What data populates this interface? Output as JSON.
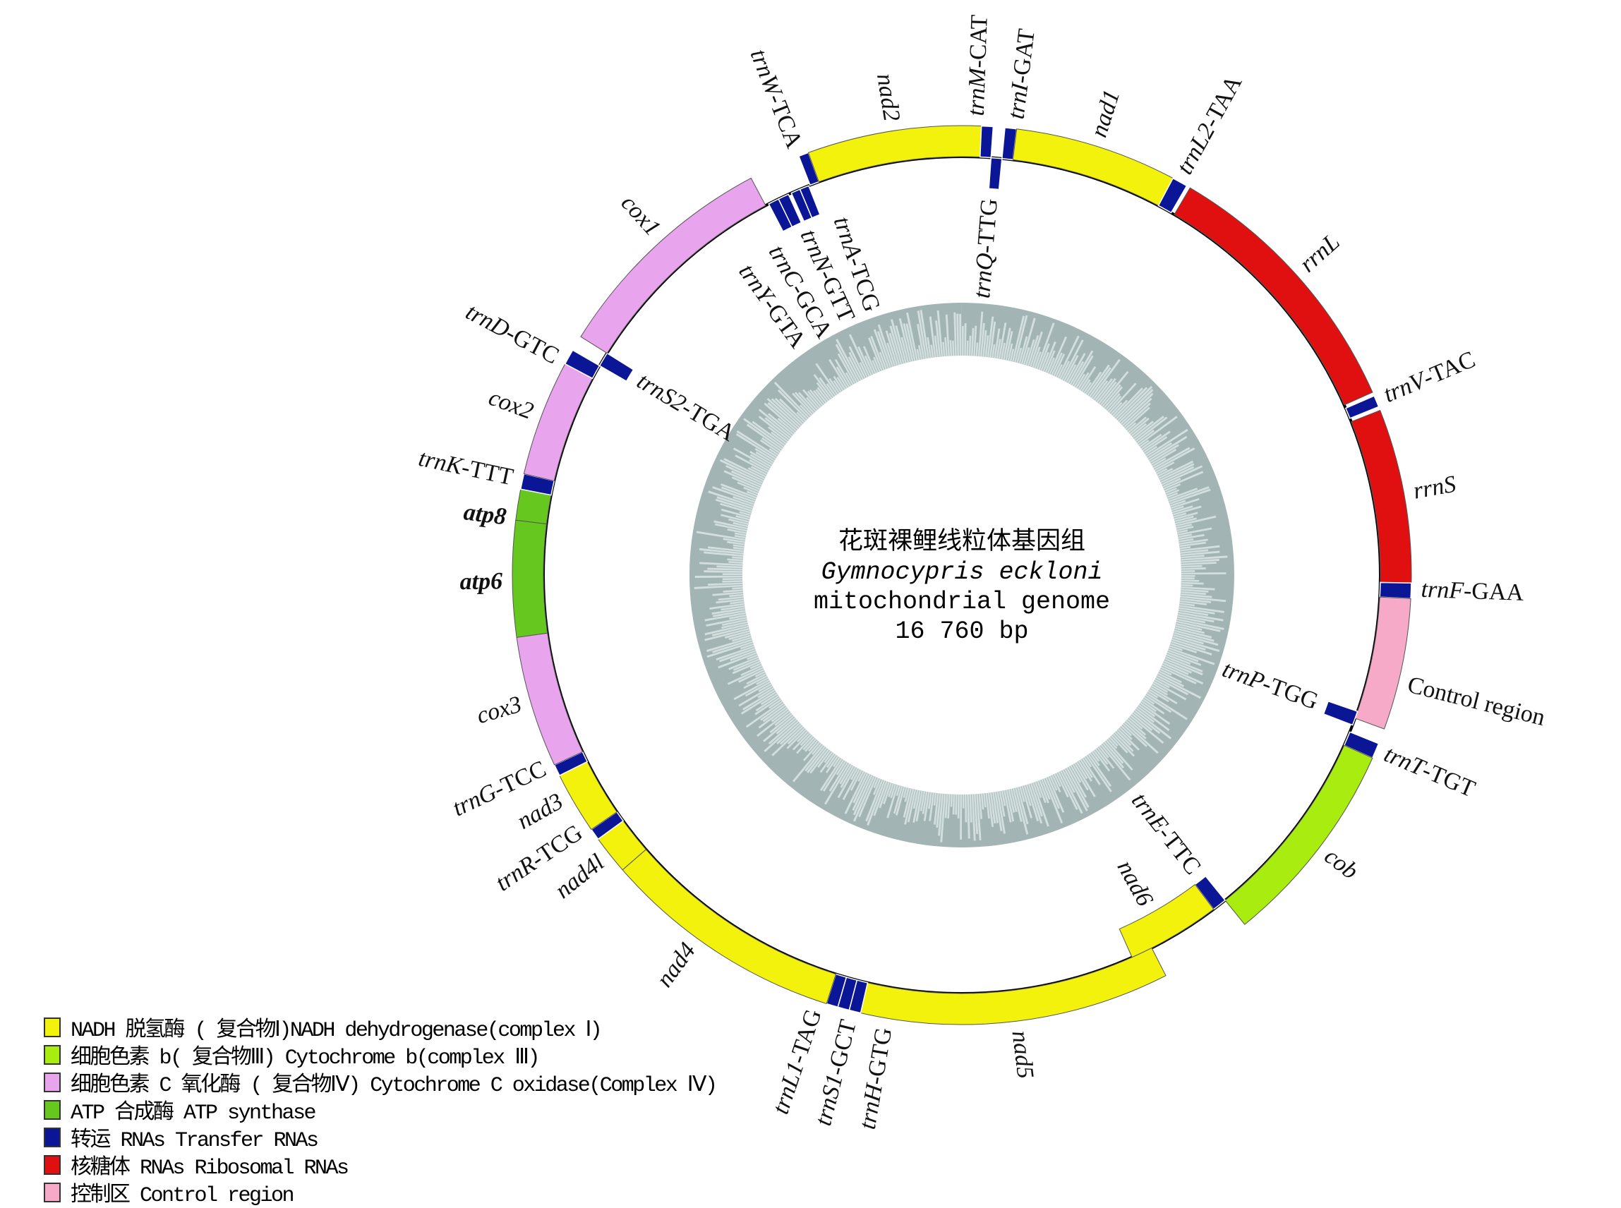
{
  "center": {
    "title_cn": "花斑裸鲤线粒体基因组",
    "species": "Gymnocypris eckloni",
    "subtitle": "mitochondrial genome",
    "length": "16 760 bp"
  },
  "genome_length_bp": 16760,
  "colors": {
    "nadh": "#f2f20c",
    "cytb": "#a8ec10",
    "cox": "#e8a4ec",
    "atp": "#66c81e",
    "trna": "#0a1696",
    "rrna": "#e01010",
    "control": "#f6aac8",
    "gc_dark": "#a3b4b4",
    "gc_light": "#d3dfdf"
  },
  "genes": [
    {
      "label": "trnW-TCA",
      "type": "trna",
      "strand": "outer",
      "start": 15770,
      "end": 15830
    },
    {
      "label": "nad2",
      "type": "nadh",
      "strand": "outer",
      "start": 15830,
      "end": 116
    },
    {
      "label": "trnM-CAT",
      "type": "trna",
      "strand": "outer",
      "start": 116,
      "end": 186
    },
    {
      "label": "trnQ-TTG",
      "type": "trna",
      "strand": "inner",
      "start": 186,
      "end": 256
    },
    {
      "label": "trnI-GAT",
      "type": "trna",
      "strand": "outer",
      "start": 256,
      "end": 326
    },
    {
      "label": "nad1",
      "type": "nadh",
      "strand": "outer",
      "start": 326,
      "end": 1304
    },
    {
      "label": "trnL2-TAA",
      "type": "trna",
      "strand": "outer",
      "start": 1304,
      "end": 1397
    },
    {
      "label": "rrnL",
      "type": "rrna",
      "strand": "outer",
      "start": 1420,
      "end": 3073
    },
    {
      "label": "trnV-TAC",
      "type": "trna",
      "strand": "outer",
      "start": 3096,
      "end": 3166
    },
    {
      "label": "rrnS",
      "type": "rrna",
      "strand": "outer",
      "start": 3189,
      "end": 4237
    },
    {
      "label": "trnF-GAA",
      "type": "trna",
      "strand": "outer",
      "start": 4237,
      "end": 4330
    },
    {
      "label": "Control region",
      "type": "control",
      "strand": "outer",
      "start": 4330,
      "end": 5122
    },
    {
      "label": "trnP-TGG",
      "type": "trna",
      "strand": "inner",
      "start": 5075,
      "end": 5168
    },
    {
      "label": "trnT-TGT",
      "type": "trna",
      "strand": "outer",
      "start": 5215,
      "end": 5308
    },
    {
      "label": "cob",
      "type": "cytb",
      "strand": "outer",
      "start": 5308,
      "end": 6565
    },
    {
      "label": "trnE-TTC",
      "type": "trna",
      "strand": "inner",
      "start": 6565,
      "end": 6658
    },
    {
      "label": "nad6",
      "type": "nadh",
      "strand": "inner",
      "start": 6658,
      "end": 7263
    },
    {
      "label": "nad5",
      "type": "nadh",
      "strand": "outer",
      "start": 7124,
      "end": 8986
    },
    {
      "label": "trnH-GTG",
      "type": "trna",
      "strand": "outer",
      "start": 8986,
      "end": 9056
    },
    {
      "label": "trnS1-GCT",
      "type": "trna",
      "strand": "outer",
      "start": 9056,
      "end": 9126
    },
    {
      "label": "trnL1-TAG",
      "type": "trna",
      "strand": "outer",
      "start": 9126,
      "end": 9196
    },
    {
      "label": "nad4",
      "type": "nadh",
      "strand": "outer",
      "start": 9196,
      "end": 10662
    },
    {
      "label": "nad4l",
      "type": "nadh",
      "strand": "outer",
      "start": 10662,
      "end": 10895
    },
    {
      "label": "trnR-TCG",
      "type": "trna",
      "strand": "outer",
      "start": 10895,
      "end": 10965
    },
    {
      "label": "nad3",
      "type": "nadh",
      "strand": "outer",
      "start": 10965,
      "end": 11337
    },
    {
      "label": "trnG-TCC",
      "type": "trna",
      "strand": "outer",
      "start": 11337,
      "end": 11407
    },
    {
      "label": "cox3",
      "type": "cox",
      "strand": "outer",
      "start": 11407,
      "end": 12199
    },
    {
      "label": "atp6",
      "type": "atp",
      "strand": "outer",
      "start": 12199,
      "end": 12897
    },
    {
      "label": "atp8",
      "type": "atp",
      "strand": "outer",
      "start": 12897,
      "end": 13083
    },
    {
      "label": "trnK-TTT",
      "type": "trna",
      "strand": "outer",
      "start": 13083,
      "end": 13176
    },
    {
      "label": "cox2",
      "type": "cox",
      "strand": "outer",
      "start": 13176,
      "end": 13875
    },
    {
      "label": "trnD-GTC",
      "type": "trna",
      "strand": "outer",
      "start": 13875,
      "end": 13968
    },
    {
      "label": "trnS2-TGA",
      "type": "trna",
      "strand": "inner",
      "start": 13968,
      "end": 14061
    },
    {
      "label": "cox1",
      "type": "cox",
      "strand": "outer",
      "start": 14061,
      "end": 15458
    },
    {
      "label": "trnY-GTA",
      "type": "trna",
      "strand": "inner",
      "start": 15480,
      "end": 15550
    },
    {
      "label": "trnC-GCA",
      "type": "trna",
      "strand": "inner",
      "start": 15550,
      "end": 15620
    },
    {
      "label": "trnN-GTT",
      "type": "trna",
      "strand": "inner",
      "start": 15640,
      "end": 15700
    },
    {
      "label": "trnA-TCG",
      "type": "trna",
      "strand": "inner",
      "start": 15700,
      "end": 15760
    }
  ],
  "legend": [
    {
      "type": "nadh",
      "text": "NADH 脱氢酶 ( 复合物Ⅰ)NADH dehydrogenase(complex Ⅰ)"
    },
    {
      "type": "cytb",
      "text": "细胞色素 b( 复合物Ⅲ) Cytochrome b(complex Ⅲ)"
    },
    {
      "type": "cox",
      "text": "细胞色素 C 氧化酶 ( 复合物Ⅳ) Cytochrome C oxidase(Complex Ⅳ)"
    },
    {
      "type": "atp",
      "text": "ATP 合成酶 ATP synthase"
    },
    {
      "type": "trna",
      "text": "转运 RNAs Transfer RNAs"
    },
    {
      "type": "rrna",
      "text": "核糖体 RNAs Ribosomal RNAs"
    },
    {
      "type": "control",
      "text": "控制区 Control region"
    }
  ]
}
